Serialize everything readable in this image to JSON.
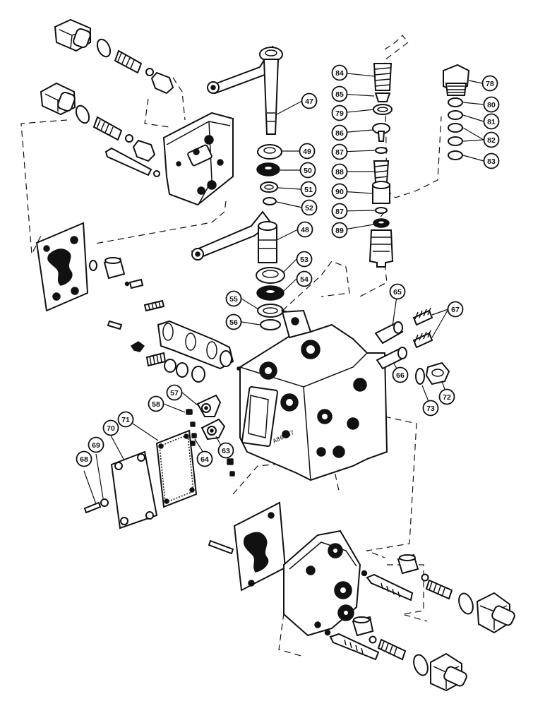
{
  "diagram": {
    "housing_stamp": "A86457",
    "callouts": [
      {
        "id": "47",
        "label": "47"
      },
      {
        "id": "48",
        "label": "48"
      },
      {
        "id": "49",
        "label": "49"
      },
      {
        "id": "50",
        "label": "50"
      },
      {
        "id": "51",
        "label": "51"
      },
      {
        "id": "52",
        "label": "52"
      },
      {
        "id": "53",
        "label": "53"
      },
      {
        "id": "54",
        "label": "54"
      },
      {
        "id": "55",
        "label": "55"
      },
      {
        "id": "56",
        "label": "56"
      },
      {
        "id": "57",
        "label": "57"
      },
      {
        "id": "58",
        "label": "58"
      },
      {
        "id": "63",
        "label": "63"
      },
      {
        "id": "64",
        "label": "64"
      },
      {
        "id": "65",
        "label": "65"
      },
      {
        "id": "66",
        "label": "66"
      },
      {
        "id": "67",
        "label": "67"
      },
      {
        "id": "68",
        "label": "68"
      },
      {
        "id": "69",
        "label": "69"
      },
      {
        "id": "70",
        "label": "70"
      },
      {
        "id": "71",
        "label": "71"
      },
      {
        "id": "72",
        "label": "72"
      },
      {
        "id": "73",
        "label": "73"
      },
      {
        "id": "78",
        "label": "78"
      },
      {
        "id": "79",
        "label": "79"
      },
      {
        "id": "80",
        "label": "80"
      },
      {
        "id": "81",
        "label": "81"
      },
      {
        "id": "82",
        "label": "82"
      },
      {
        "id": "83",
        "label": "83"
      },
      {
        "id": "84",
        "label": "84"
      },
      {
        "id": "85",
        "label": "85"
      },
      {
        "id": "86",
        "label": "86"
      },
      {
        "id": "87a",
        "label": "87"
      },
      {
        "id": "87b",
        "label": "87"
      },
      {
        "id": "88",
        "label": "88"
      },
      {
        "id": "89",
        "label": "89"
      },
      {
        "id": "90",
        "label": "90"
      }
    ]
  }
}
